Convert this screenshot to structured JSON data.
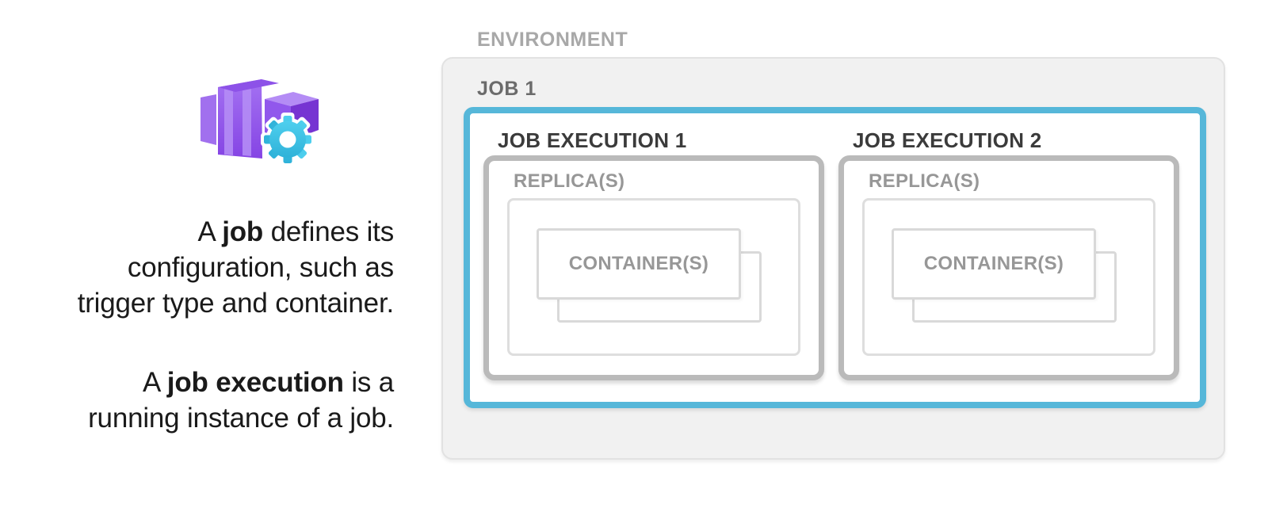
{
  "left_panel": {
    "icon": "container-apps-jobs-icon",
    "para1": {
      "pre": "A ",
      "bold": "job",
      "post": " defines its",
      "line2": "configuration, such as",
      "line3": "trigger type and container."
    },
    "para2": {
      "pre": "A ",
      "bold": "job execution",
      "post": " is a",
      "line2": "running instance of a job."
    }
  },
  "diagram": {
    "environment": {
      "label": "ENVIRONMENT",
      "fill": "#f1f1f1",
      "border_color": "#e2e2e2",
      "label_color": "#a8a8a8"
    },
    "job": {
      "label": "JOB 1",
      "border_color": "#56b7d9",
      "label_color": "#6b6b6b"
    },
    "executions": [
      {
        "label": "JOB EXECUTION 1",
        "replica_label": "REPLICA(S)",
        "container_label": "CONTAINER(S)"
      },
      {
        "label": "JOB EXECUTION 2",
        "replica_label": "REPLICA(S)",
        "container_label": "CONTAINER(S)"
      }
    ],
    "execution_style": {
      "border_color": "#bababa",
      "label_color": "#3b3b3b",
      "replica_border_color": "#dedede",
      "replica_label_color": "#979797",
      "container_border_color": "#d9d9d9",
      "container_label_color": "#979797"
    }
  },
  "icon_colors": {
    "purple_light": "#b48cf5",
    "purple_mid": "#9157ec",
    "purple_dark": "#7634d2",
    "gear_cyan_light": "#4ecfee",
    "gear_cyan_dark": "#2fb2d9"
  }
}
